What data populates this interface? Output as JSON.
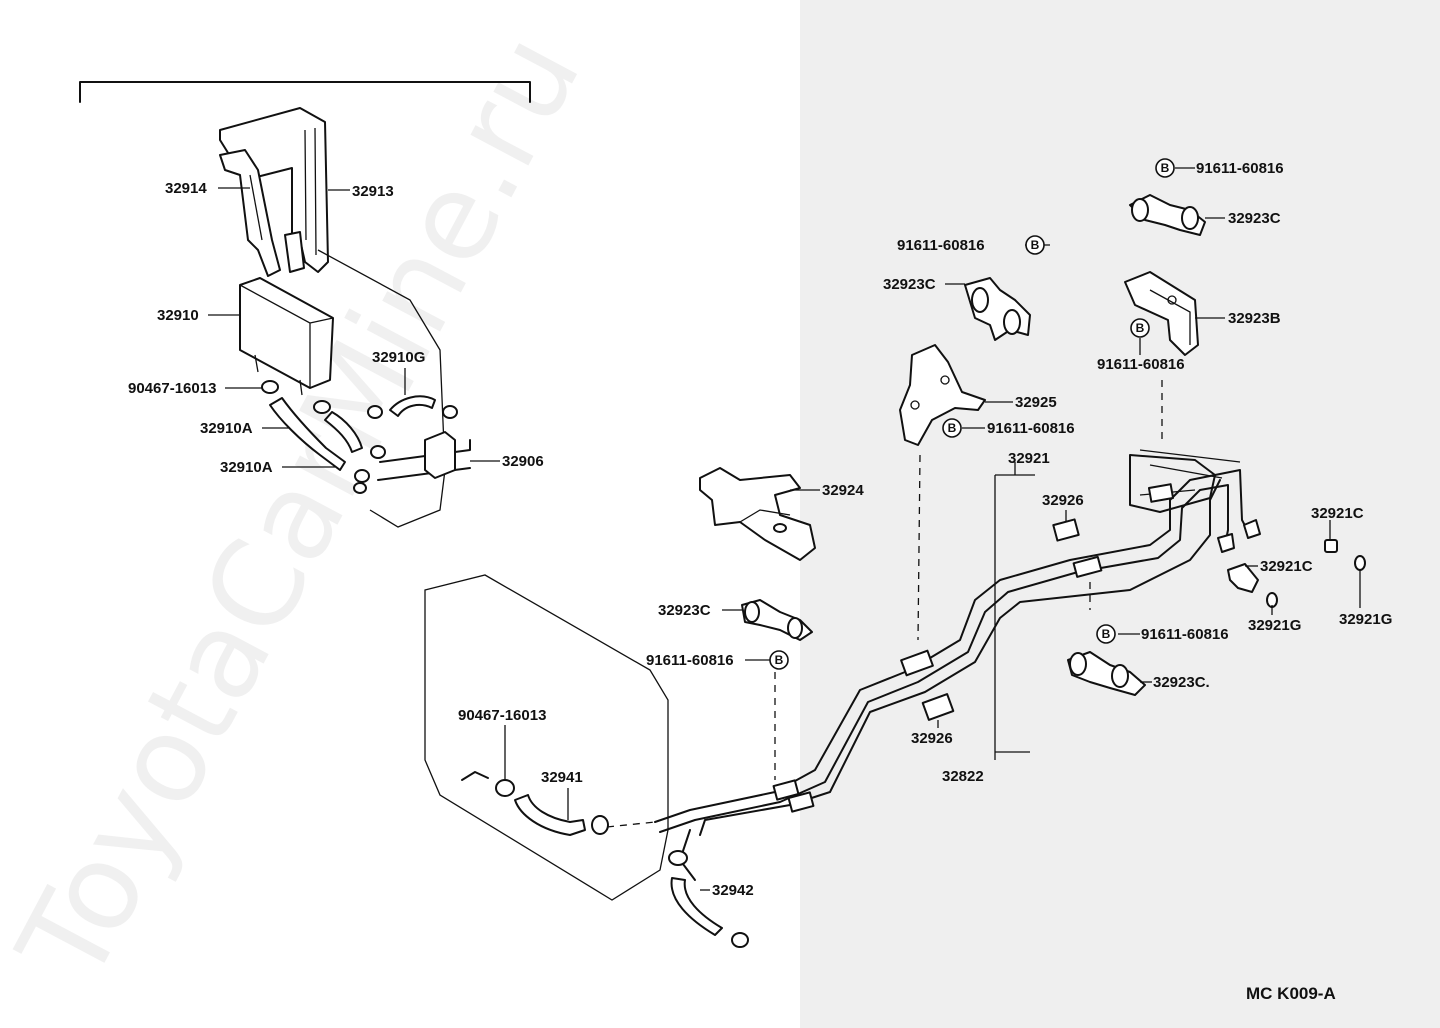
{
  "watermark": "ToyotaCarMine.ru",
  "diagram_code": "MC K009-A",
  "b_marker": "B",
  "labels": {
    "l32914": "32914",
    "l32913": "32913",
    "l32910": "32910",
    "l32910G": "32910G",
    "l90467a": "90467-16013",
    "l32910A1": "32910A",
    "l32910A2": "32910A",
    "l32906": "32906",
    "l91611a": "91611-60816",
    "l32923C_a": "32923C",
    "l91611b": "91611-60816",
    "l32923C_b": "32923C",
    "l32923B": "32923B",
    "l91611c": "91611-60816",
    "l32925": "32925",
    "l91611d": "91611-60816",
    "l32921": "32921",
    "l32926a": "32926",
    "l32924": "32924",
    "l32921C_a": "32921C",
    "l32921C_b": "32921C",
    "l32921G_a": "32921G",
    "l32921G_b": "32921G",
    "l32923C_c": "32923C",
    "l91611e": "91611-60816",
    "l91611f": "91611-60816",
    "l32923C_d": "32923C.",
    "l90467b": "90467-16013",
    "l32941": "32941",
    "l32926b": "32926",
    "l32822": "32822",
    "l32942": "32942"
  }
}
